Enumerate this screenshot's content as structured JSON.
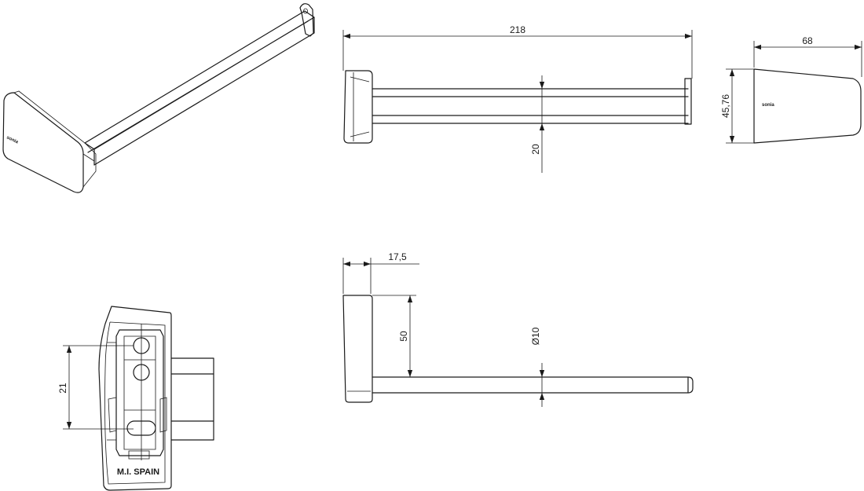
{
  "dimensions": {
    "length": "218",
    "depth": "68",
    "height": "45,76",
    "bar_width": "20",
    "plate_offset": "17,5",
    "arm_height": "50",
    "diameter_symbol": "Ø",
    "diameter_value": "10",
    "fixing_spacing": "21"
  },
  "markings": {
    "manufacturer": "M.I. SPAIN",
    "logo": "sonia"
  },
  "colors": {
    "line": "#1a1a1a",
    "background": "#ffffff"
  }
}
